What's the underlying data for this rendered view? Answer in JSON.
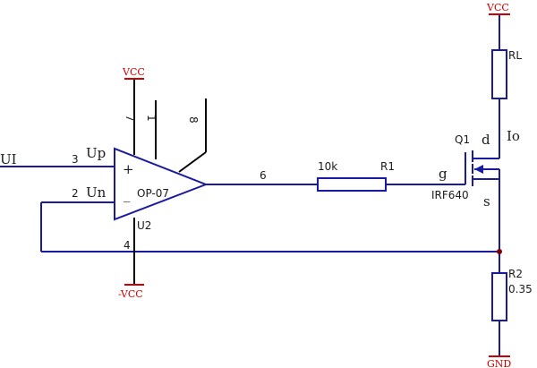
{
  "colors": {
    "wire": "#1a1aa0",
    "text": "#1a1a1a",
    "power": "#cc0000",
    "pin": "#000000",
    "node": "#7a0000",
    "background": "#ffffff"
  },
  "power_labels": {
    "vcc_opamp": "VCC",
    "vcc_top": "VCC",
    "neg_vcc": "-VCC",
    "gnd": "GND"
  },
  "opamp": {
    "part": "OP-07",
    "ref": "U2",
    "plus_sign": "+",
    "minus_sign": "_",
    "pins": {
      "non_inverting": "3",
      "inverting": "2",
      "output": "6",
      "v_neg": "4",
      "v_pos": "7",
      "null1": "1",
      "null2": "8"
    },
    "input_labels": {
      "plus": "Up",
      "minus": "Un"
    }
  },
  "input": {
    "label": "UI"
  },
  "resistor_r1": {
    "ref": "R1",
    "value": "10k"
  },
  "mosfet": {
    "ref": "Q1",
    "part": "IRF640",
    "gate": "g",
    "drain": "d",
    "source": "s"
  },
  "load": {
    "ref": "RL"
  },
  "current": {
    "label": "Io"
  },
  "resistor_r2": {
    "ref": "R2",
    "value": "0.35"
  }
}
